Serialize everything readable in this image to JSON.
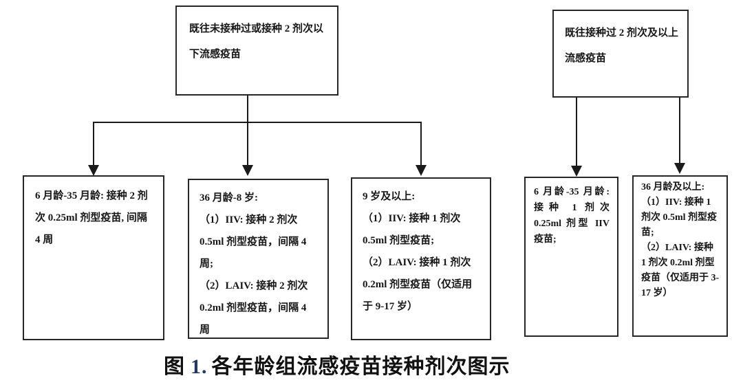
{
  "figure": {
    "caption": {
      "prefix": "图",
      "number": "1.",
      "title": "各年龄组流感疫苗接种剂次图示",
      "number_color": "#1f3864"
    },
    "flow": {
      "left": {
        "root": {
          "lines": {
            "0": "既往未接种过或接种 2 剂次以",
            "1": "下流感疫苗"
          },
          "full_text": "既往未接种过或接种 2 剂次以下流感疫苗"
        },
        "children": {
          "0": {
            "paragraphs": {
              "0": "6 月龄-35 月龄: 接种 2 剂次 0.25ml 剂型疫苗, 间隔 4 周"
            }
          },
          "1": {
            "paragraphs": {
              "0": "36 月龄-8 岁:",
              "1": "（1）IIV: 接种 2 剂次 0.5ml 剂型疫苗，间隔 4 周;",
              "2": "（2）LAIV: 接种 2 剂次 0.2ml 剂型疫苗，间隔 4 周"
            }
          },
          "2": {
            "paragraphs": {
              "0": "9 岁及以上:",
              "1": "（1）IIV: 接种 1 剂次 0.5ml 剂型疫苗;",
              "2": "（2）LAIV: 接种 1 剂次 0.2ml 剂型疫苗（仅适用于 9-17 岁）"
            }
          }
        }
      },
      "right": {
        "root": {
          "lines": {
            "0": "既往接种过 2 剂次及以上",
            "1": "流感疫苗"
          },
          "full_text": "既往接种过 2 剂次及以上流感疫苗"
        },
        "children": {
          "0": {
            "paragraphs": {
              "0": "6 月龄-35 月龄: 接种 1 剂次 0.25ml 剂型 IIV 疫苗;"
            }
          },
          "1": {
            "paragraphs": {
              "0": "36 月龄及以上:",
              "1": "（1）IIV: 接种 1 剂次 0.5ml 剂型疫苗;",
              "2": "（2）LAIV: 接种 1 剂次 0.2ml 剂型疫苗（仅适用于 3-17 岁）"
            }
          }
        }
      }
    },
    "colors": {
      "background": "#ffffff",
      "box_border": "#262626",
      "text": "#161616",
      "connector": "#1a1a1a",
      "caption_number": "#1f3864"
    }
  }
}
